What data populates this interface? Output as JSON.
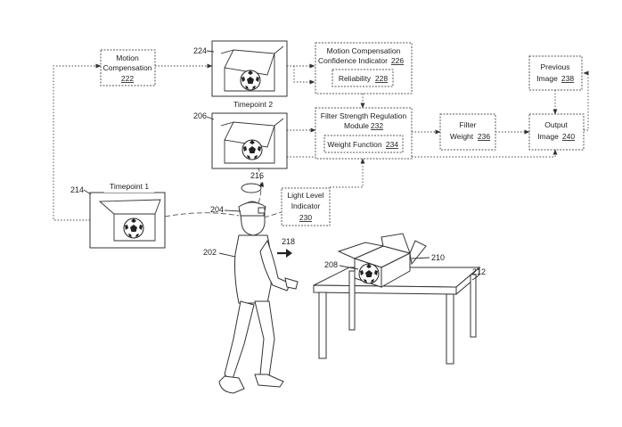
{
  "boxes": {
    "motion_comp": {
      "line1": "Motion",
      "line2": "Compensation",
      "ref": "222"
    },
    "confidence": {
      "line1": "Motion Compensation",
      "line2": "Confidence Indicator",
      "ref": "226"
    },
    "reliability": {
      "label": "Reliability",
      "ref": "228"
    },
    "filter_reg": {
      "line1": "Filter Strength Regulation",
      "line2": "Module",
      "ref": "232"
    },
    "weight_fn": {
      "label": "Weight Function",
      "ref": "234"
    },
    "filter_weight": {
      "line1": "Filter",
      "line2": "Weight",
      "ref": "236"
    },
    "previous_image": {
      "line1": "Previous",
      "line2": "Image",
      "ref": "238"
    },
    "output_image": {
      "line1": "Output",
      "line2": "Image",
      "ref": "240"
    },
    "light_level": {
      "line1": "Light Level",
      "line2": "Indicator",
      "ref": "230"
    }
  },
  "frames": {
    "tp1": {
      "label": "Timepoint 1",
      "ref": "214"
    },
    "tp2": {
      "label": "Timepoint 2",
      "ref": "224"
    },
    "tp2b": {
      "ref": "206"
    }
  },
  "refs": {
    "head_rotation": "216",
    "headset": "204",
    "user": "202",
    "motion_arrow": "218",
    "ball": "208",
    "box": "210",
    "table": "212"
  }
}
